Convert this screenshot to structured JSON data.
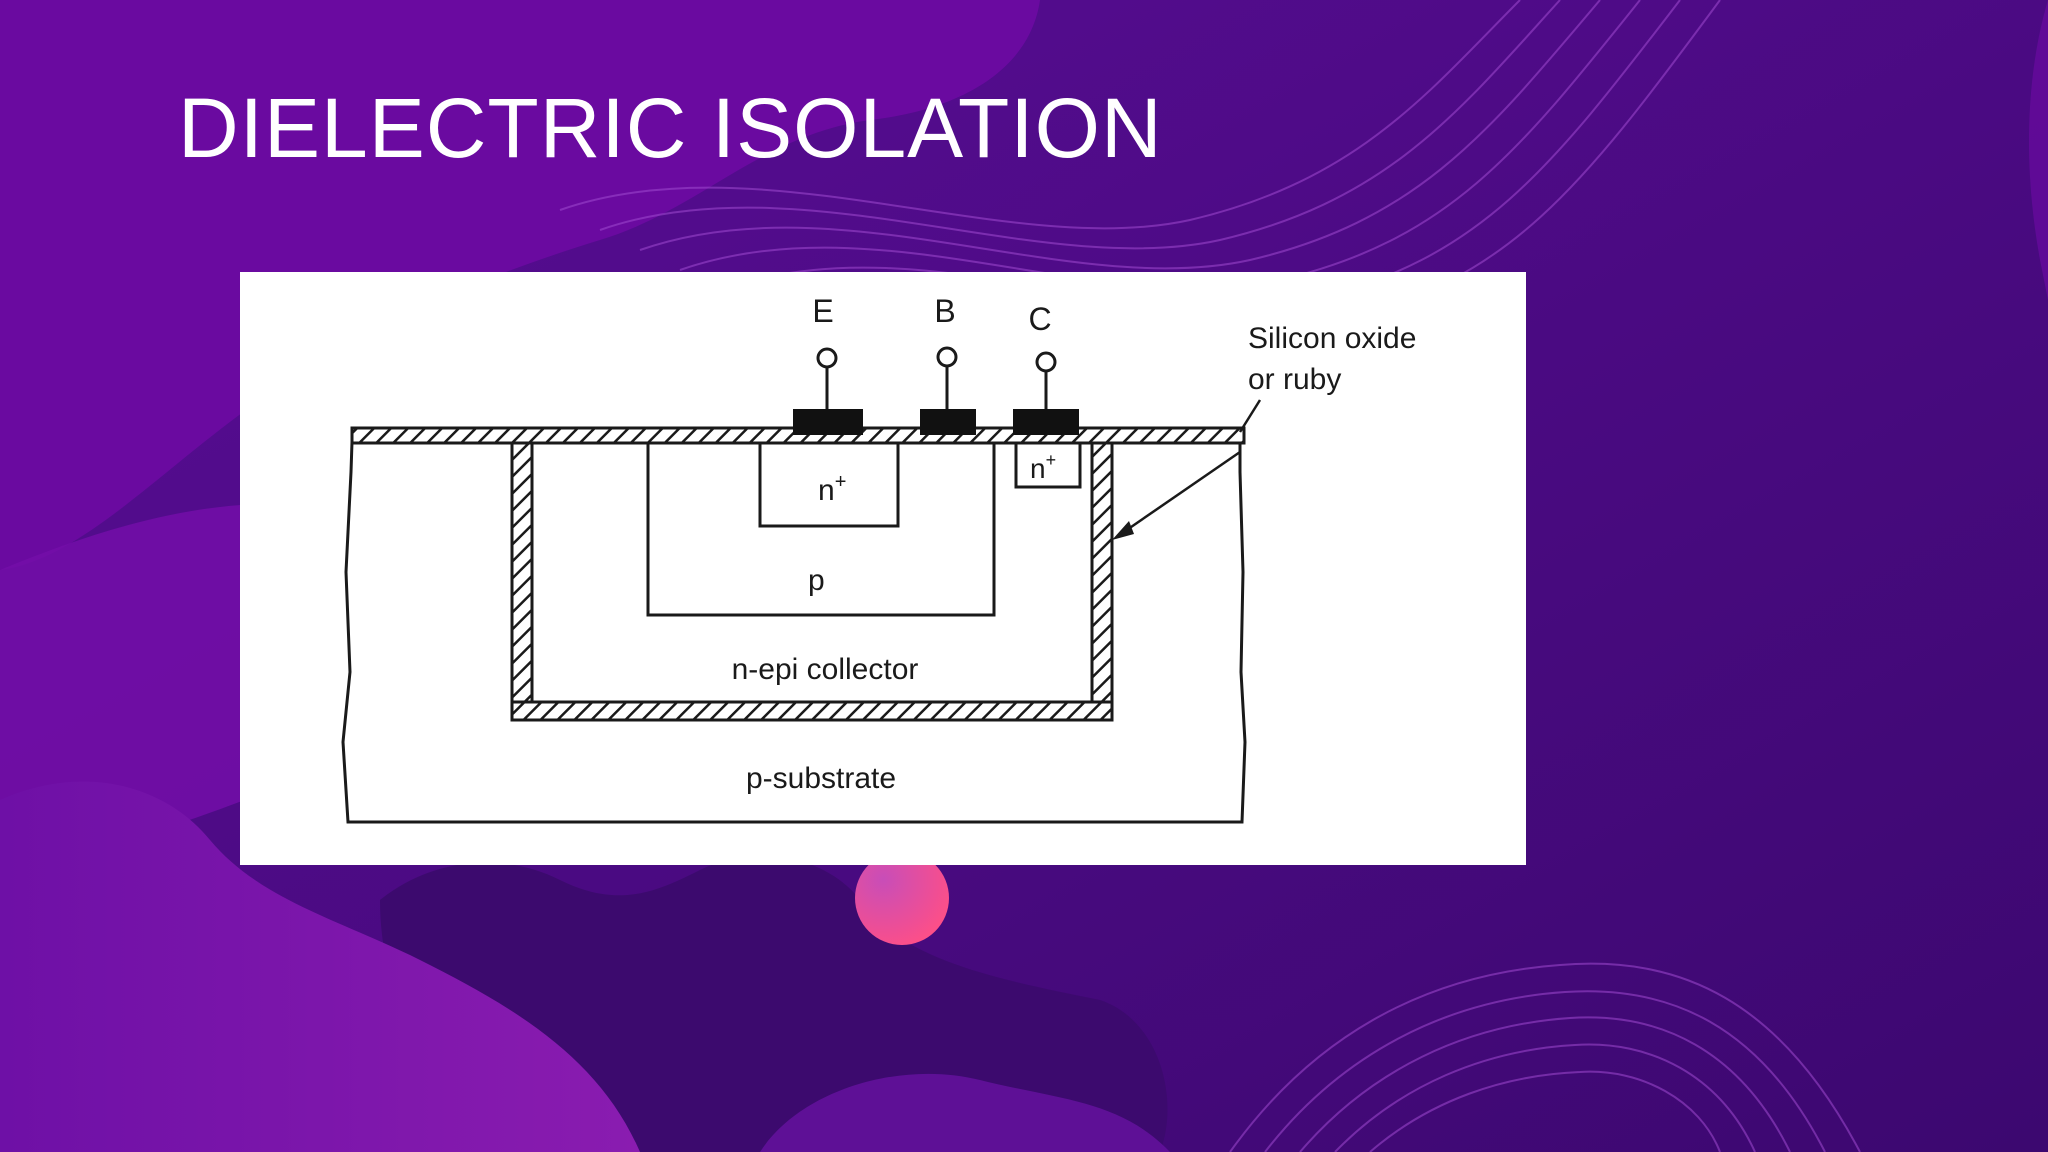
{
  "slide": {
    "title": "DIELECTRIC ISOLATION"
  },
  "diagram": {
    "terminals": {
      "emitter": "E",
      "base": "B",
      "collector": "C"
    },
    "callout": {
      "line1": "Silicon oxide",
      "line2": "or ruby"
    },
    "regions": {
      "emitter_doping": "n",
      "emitter_sup": "+",
      "collector_contact_doping": "n",
      "collector_contact_sup": "+",
      "base": "p",
      "collector": "n-epi collector",
      "substrate": "p-substrate"
    }
  },
  "colors": {
    "background": "#4a0a84",
    "title_text": "#ffffff",
    "panel": "#ffffff",
    "accent_dot": "#f0508a"
  }
}
